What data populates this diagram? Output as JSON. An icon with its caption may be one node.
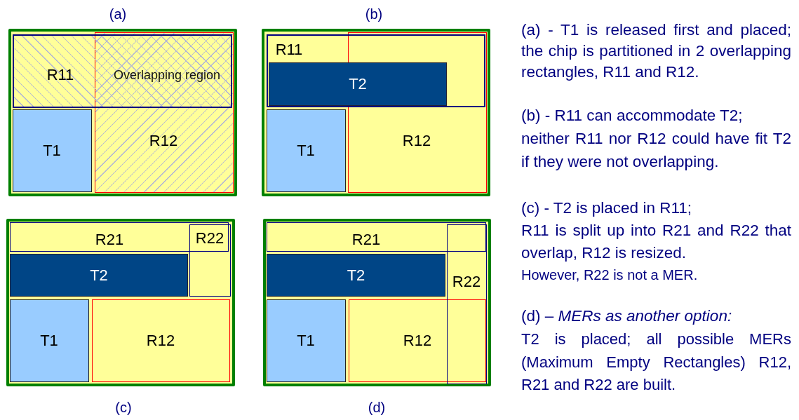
{
  "diagram": {
    "nodes": [
      {
        "text": [],
        "shape": "box"
      },
      {
        "text": [
          "R12"
        ],
        "in": 0
      },
      {
        "text": [
          "R11"
        ],
        "in": 0
      },
      {
        "text": [
          "T1"
        ],
        "in": 0
      },
      {
        "text": [],
        "shape": "box"
      },
      {
        "text": [
          "R12"
        ],
        "in": 4
      },
      {
        "text": [
          "R11"
        ],
        "in": 4
      },
      {
        "text": [
          "T2"
        ],
        "in": 6
      },
      {
        "text": [
          "T1"
        ],
        "in": 4
      },
      {
        "text": [],
        "shape": "box"
      },
      {
        "text": [
          "R21"
        ],
        "in": 9
      },
      {
        "text": [
          "R22"
        ],
        "in": 9
      },
      {
        "text": [
          "T2"
        ],
        "in": 9
      },
      {
        "text": [
          "T1"
        ],
        "in": 9
      },
      {
        "text": [
          "R12"
        ],
        "in": 9
      },
      {
        "text": [],
        "shape": "box"
      },
      {
        "text": [
          "R21"
        ],
        "in": 15
      },
      {
        "text": [
          "T2"
        ],
        "in": 15
      },
      {
        "text": [
          "T1"
        ],
        "in": 15
      },
      {
        "text": [
          "R12"
        ],
        "in": 15
      },
      {
        "text": [
          "R22"
        ],
        "in": 15
      }
    ],
    "labels": [
      "(a)",
      "(b)",
      "Overlapping region",
      "(a) - T1 is released first and placed; the chip is partitioned in 2 overlapping rectangles, R11 and R12.",
      "(b) - R11 can accommodate T2;",
      "neither R11 nor R12 could have fit T2 if they were not overlapping.",
      "(c) - T2 is placed in R11;",
      "R11 is split up into R21 and R22 that overlap, R12 is resized.",
      "However, R22 is not a MER.",
      "(d) – *MERs as another option:*",
      "T2 is placed; all possible MERs (Maximum Empty Rectangles) R12, R21 and R22 are built.",
      "(c)",
      "(d)"
    ]
  }
}
